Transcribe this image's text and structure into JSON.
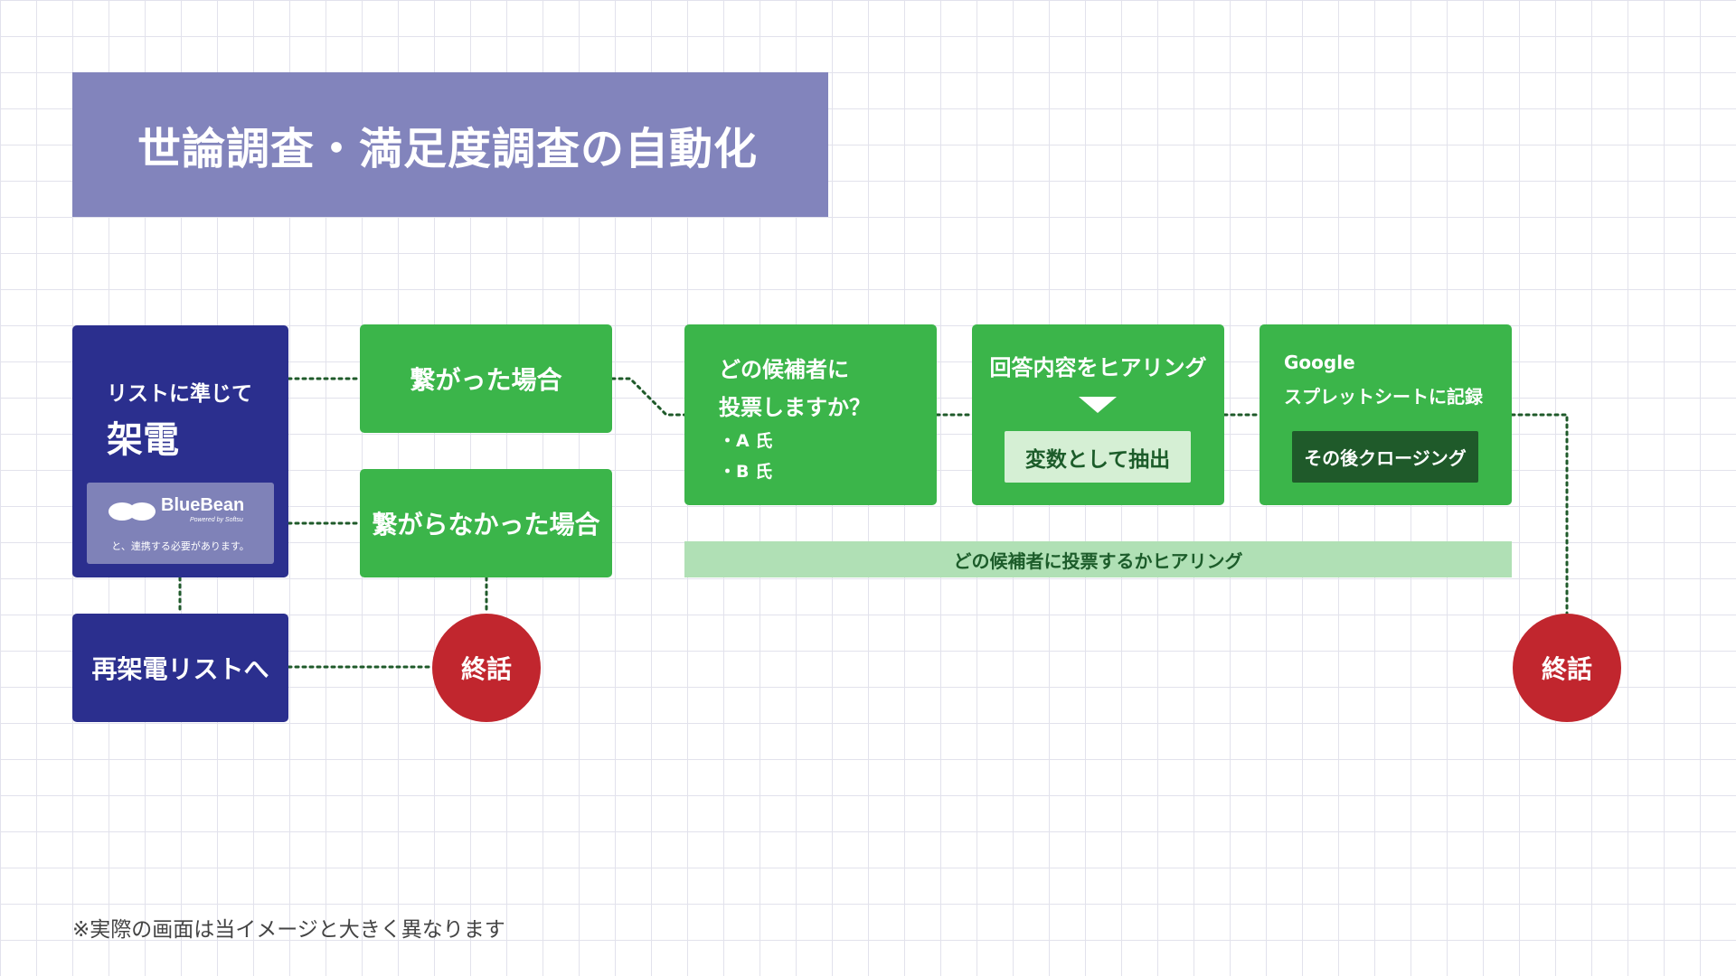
{
  "title": "世論調査・満足度調査の自動化",
  "colors": {
    "title_bg": "#8284bc",
    "navy": "#2b2f8e",
    "green": "#3bb54a",
    "light_green": "#d5efd4",
    "band_green": "#b0e0b5",
    "dark_green": "#1f5a2a",
    "red": "#c1262e",
    "connector": "#1f5a2a"
  },
  "call_box": {
    "sub": "リストに準じて",
    "main": "架電",
    "logo": {
      "name": "BlueBean",
      "powered": "Powered by Softsu",
      "note": "と、連携する必要があります。",
      "icon": "bluebean-logo-icon"
    }
  },
  "recall_box": {
    "label": "再架電リストへ"
  },
  "connected_box": {
    "label": "繋がった場合"
  },
  "not_connected_box": {
    "label": "繋がらなかった場合"
  },
  "question_box": {
    "line1": "どの候補者に",
    "line2": "投票しますか？",
    "options": [
      "・A 氏",
      "・B 氏"
    ]
  },
  "hearing_box": {
    "title": "回答内容をヒアリング",
    "arrow_icon": "triangle-down-icon",
    "variable": "変数として抽出"
  },
  "sheet_box": {
    "line1": "Google",
    "line2": "スプレットシートに記録",
    "closing": "その後クロージング"
  },
  "band": {
    "label": "どの候補者に投票するかヒアリング"
  },
  "end_left": {
    "label": "終話"
  },
  "end_right": {
    "label": "終話"
  },
  "footnote": "※実際の画面は当イメージと大きく異なります"
}
